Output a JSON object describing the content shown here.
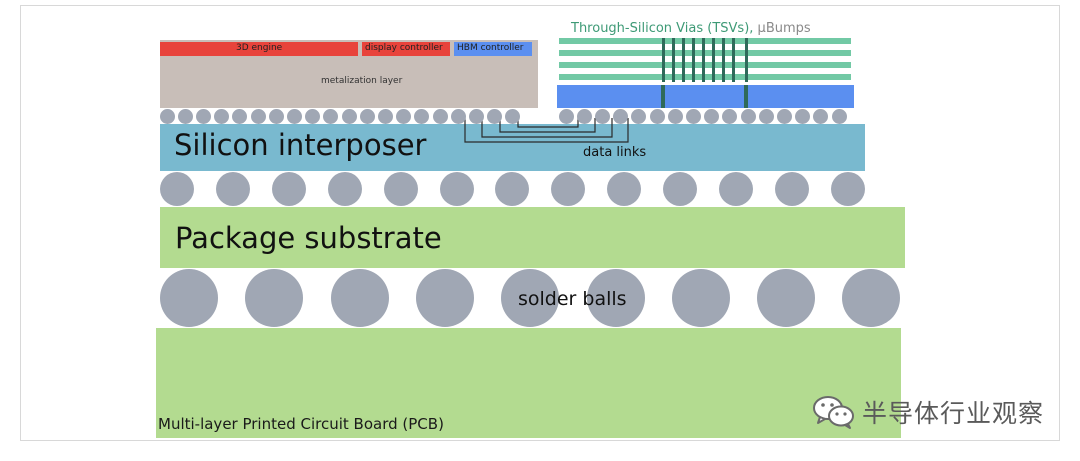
{
  "diagram": {
    "tsv_title": "Through-Silicon Vias (TSVs),",
    "ubumps": "µBumps",
    "engine_3d": "3D engine",
    "display_controller": "display controller",
    "hbm_controller": "HBM controller",
    "metalization_layer": "metalization layer",
    "silicon_interposer": "Silicon interposer",
    "data_links": "data links",
    "package_substrate": "Package substrate",
    "solder_balls": "solder balls",
    "pcb": "Multi-layer Printed Circuit Board (PCB)"
  },
  "watermark": {
    "text": "半导体行业观察",
    "icon": "wechat-icon"
  },
  "colors": {
    "red": "#e8433b",
    "blue": "#5b8ff0",
    "gray_metal": "#c8beb8",
    "interposer": "#79b9cf",
    "green": "#b3db90",
    "tsv_green": "#72c9a5",
    "ball": "#a0a7b4"
  }
}
